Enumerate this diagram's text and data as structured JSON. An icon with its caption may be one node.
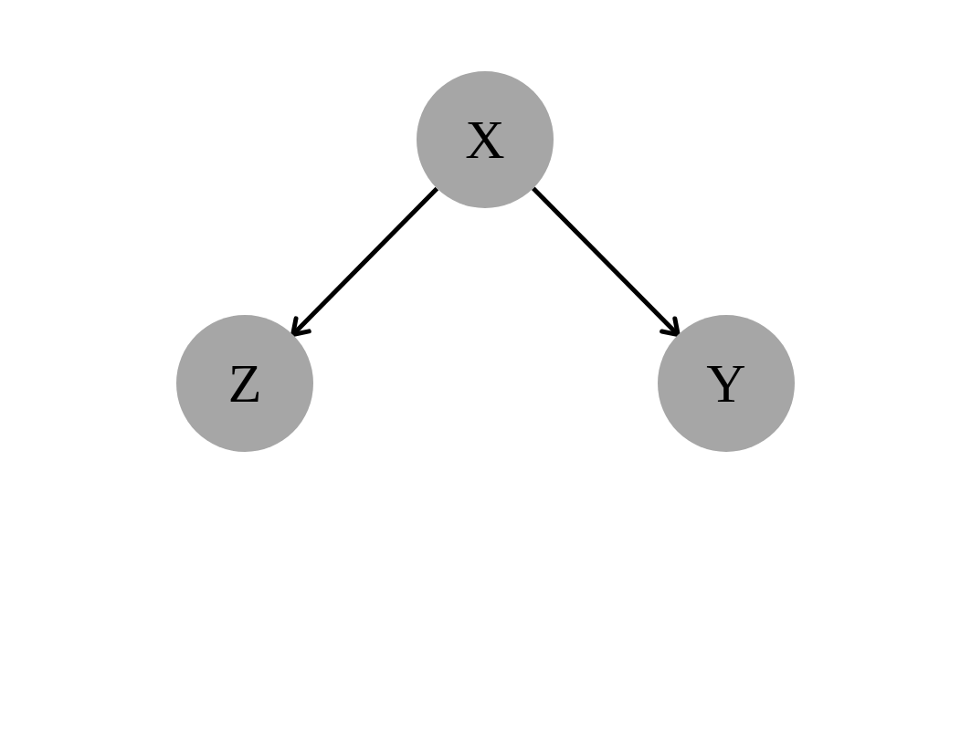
{
  "diagram": {
    "nodes": [
      {
        "text": [
          "X"
        ]
      },
      {
        "text": [
          "Z"
        ]
      },
      {
        "text": [
          "Y"
        ]
      }
    ],
    "edges": [
      {
        "from": 0,
        "to": 1,
        "arrow": "to"
      },
      {
        "from": 0,
        "to": 2,
        "arrow": "to"
      }
    ]
  }
}
